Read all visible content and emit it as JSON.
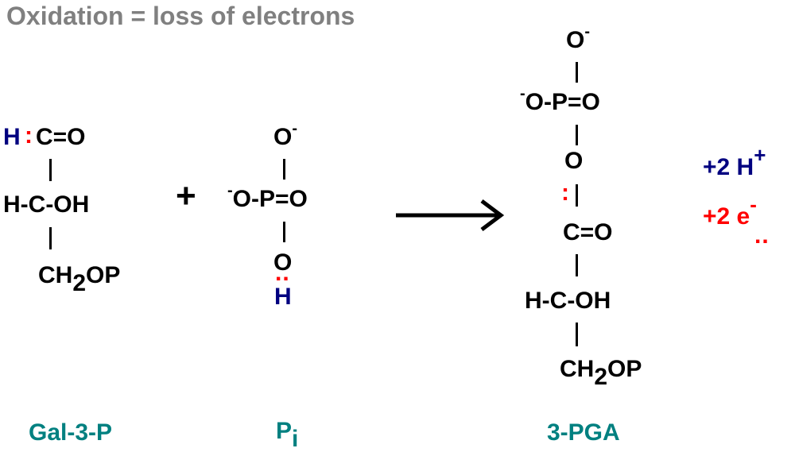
{
  "title": "Oxidation = loss of electrons",
  "colors": {
    "title": "#808080",
    "hydrogen": "#000080",
    "electrons": "#ff0000",
    "labels": "#008080",
    "text": "#000000"
  },
  "gal3p": {
    "h": "H",
    "dots": ":",
    "carbonyl": "C=O",
    "middle": "H-C-OH",
    "ch": "CH",
    "sub": "2",
    "op": "OP",
    "label": "Gal-3-P"
  },
  "plus": "+",
  "pi": {
    "top_o": "O",
    "top_charge": "-",
    "left_charge": "-",
    "row": "O-P=O",
    "bottom_o": "O",
    "dots": "..",
    "h": "H",
    "label_main": "P",
    "label_sub": "i"
  },
  "pga": {
    "top_o": "O",
    "top_charge": "-",
    "left_charge": "-",
    "row": "O-P=O",
    "ester_o": "O",
    "dots": ":",
    "carbonyl": "C=O",
    "middle": "H-C-OH",
    "ch": "CH",
    "sub": "2",
    "op": "OP",
    "label": "3-PGA"
  },
  "products": {
    "protons": "+2 H",
    "protons_sup": "+",
    "electrons": "+2 e",
    "electrons_sup": "-",
    "electrons_dots": ".."
  }
}
